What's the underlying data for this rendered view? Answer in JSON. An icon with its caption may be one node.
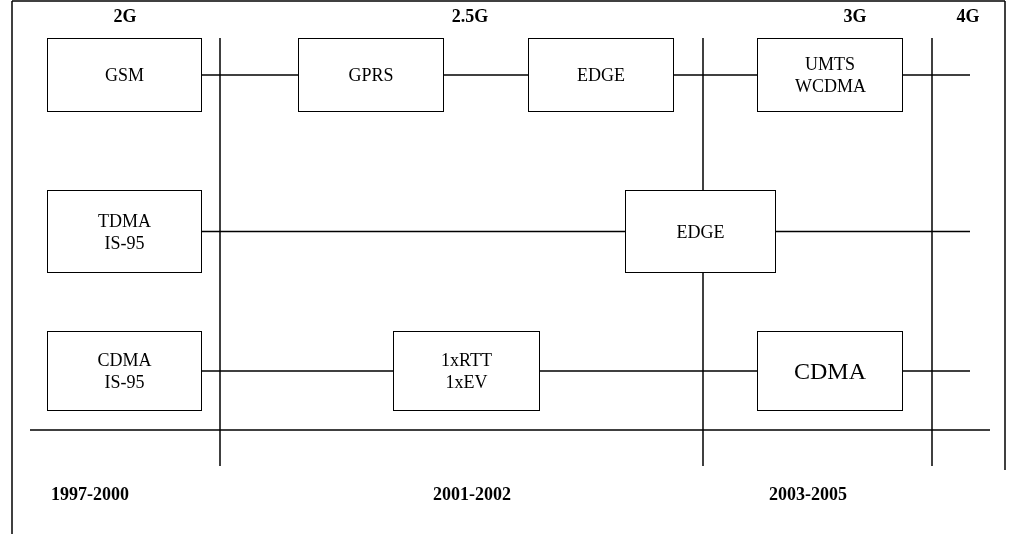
{
  "diagram": {
    "nodes": [
      {
        "text": [
          "GSM"
        ]
      },
      {
        "text": [
          "GPRS"
        ]
      },
      {
        "text": [
          "EDGE"
        ]
      },
      {
        "text": [
          "UMTS WCDMA"
        ]
      },
      {
        "text": [
          "TDMA IS-95"
        ]
      },
      {
        "text": [
          "EDGE"
        ]
      },
      {
        "text": [
          "CDMA IS-95"
        ]
      },
      {
        "text": [
          "1xRTT 1xEV"
        ]
      },
      {
        "text": [
          "CDMA"
        ]
      }
    ],
    "edges": [
      {
        "from": 0,
        "to": 1,
        "arrow": "none"
      },
      {
        "from": 1,
        "to": 2,
        "arrow": "none"
      },
      {
        "from": 2,
        "to": 3,
        "arrow": "none"
      },
      {
        "from": 3,
        "to": null,
        "arrow": "none"
      },
      {
        "from": 4,
        "to": 5,
        "arrow": "none"
      },
      {
        "from": 5,
        "to": null,
        "arrow": "none"
      },
      {
        "from": 6,
        "to": 7,
        "arrow": "none"
      },
      {
        "from": 7,
        "to": 8,
        "arrow": "none"
      },
      {
        "from": 8,
        "to": null,
        "arrow": "none"
      }
    ],
    "labels": [
      "2G",
      "2.5G",
      "3G",
      "4G",
      "1997-2000",
      "2001-2002",
      "2003-2005"
    ]
  }
}
